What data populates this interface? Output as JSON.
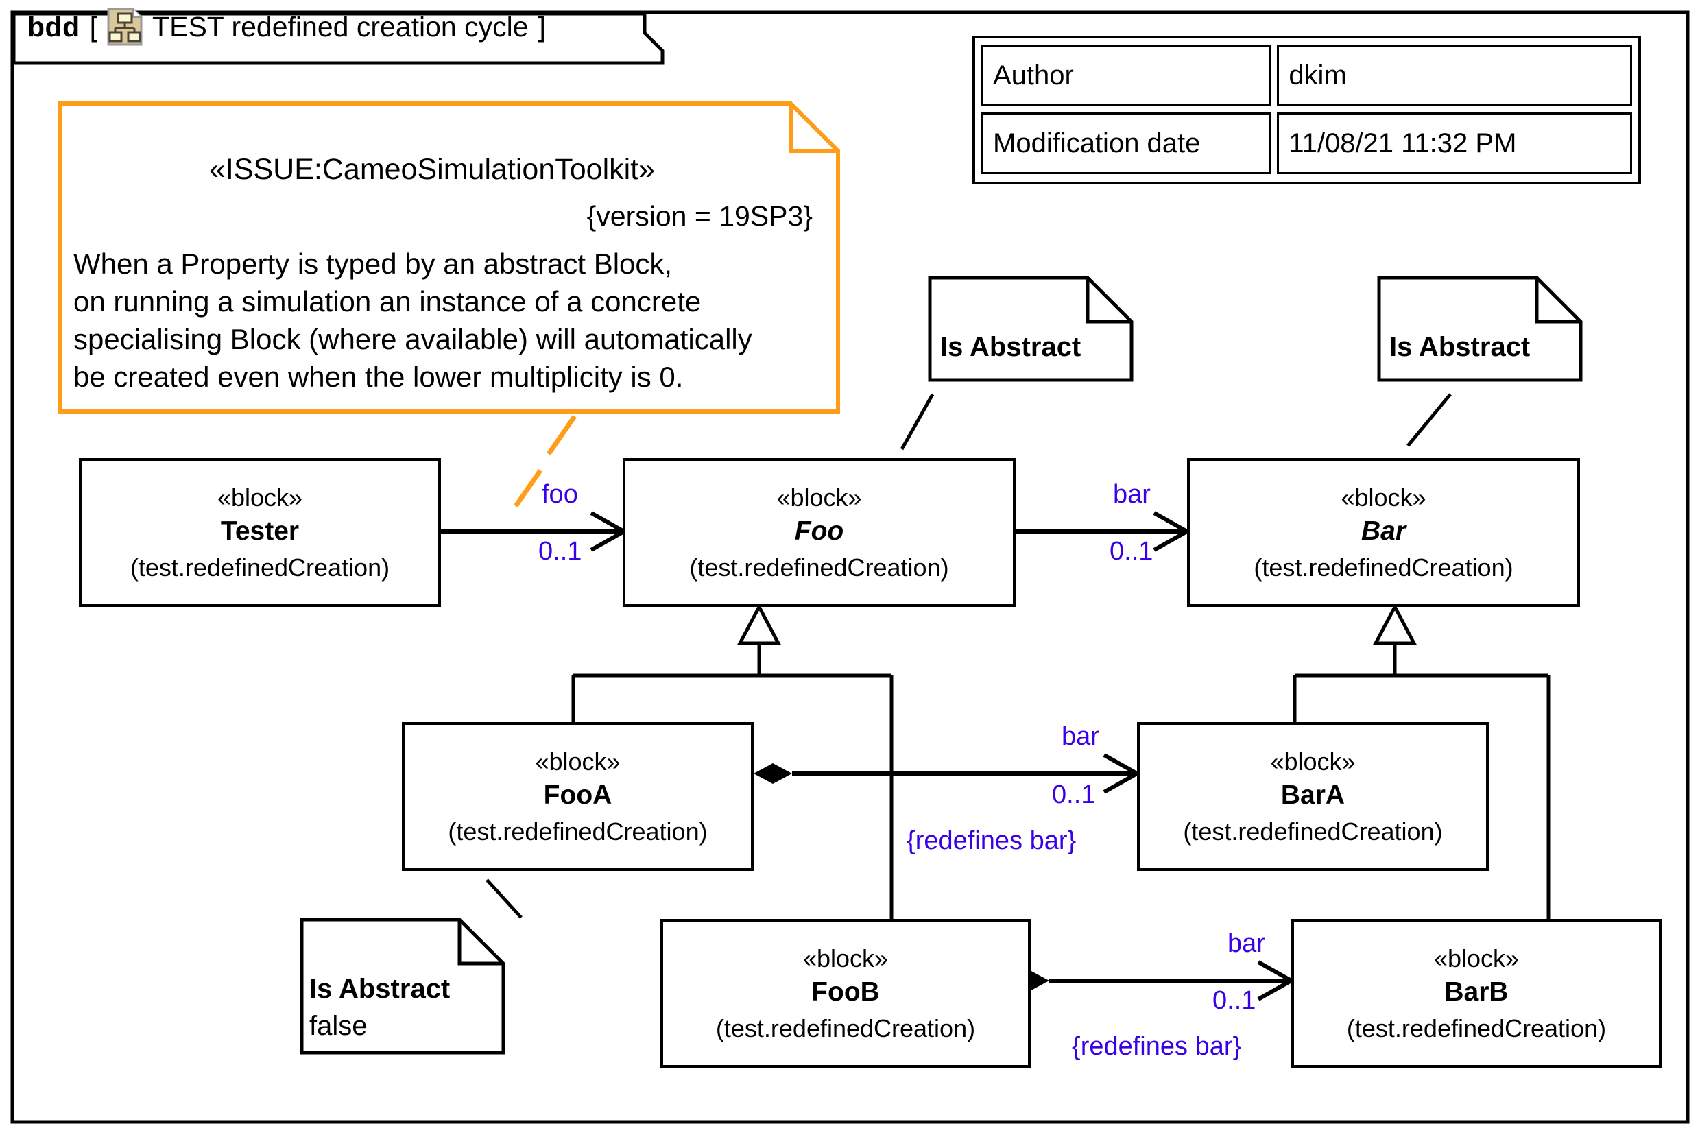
{
  "diagram": {
    "kind": "bdd",
    "bracket_open": "[",
    "bracket_close": "]",
    "icon": "block-definition-diagram-icon",
    "title": "TEST redefined creation cycle"
  },
  "info_table": {
    "rows": [
      {
        "label": "Author",
        "value": "dkim"
      },
      {
        "label": "Modification date",
        "value": "11/08/21 11:32 PM"
      }
    ]
  },
  "issue_note": {
    "stereotype": "«ISSUE:CameoSimulationToolkit»",
    "tag": "{version = 19SP3}",
    "lines": [
      "When a Property is typed by an abstract Block,",
      "on running a simulation an instance of a concrete",
      "specialising Block (where available) will automatically",
      "be created even when the lower multiplicity is 0."
    ],
    "border_color": "#FF9D19"
  },
  "notes": [
    {
      "id": "is-abstract-foo",
      "title": "Is Abstract",
      "value": ""
    },
    {
      "id": "is-abstract-bar",
      "title": "Is Abstract",
      "value": ""
    },
    {
      "id": "is-abstract-fooa",
      "title": "Is Abstract",
      "value": "false"
    }
  ],
  "blocks": [
    {
      "id": "tester",
      "stereotype": "«block»",
      "name": "Tester",
      "package": "(test.redefinedCreation)",
      "abstract": false
    },
    {
      "id": "foo",
      "stereotype": "«block»",
      "name": "Foo",
      "package": "(test.redefinedCreation)",
      "abstract": true
    },
    {
      "id": "bar",
      "stereotype": "«block»",
      "name": "Bar",
      "package": "(test.redefinedCreation)",
      "abstract": true
    },
    {
      "id": "fooa",
      "stereotype": "«block»",
      "name": "FooA",
      "package": "(test.redefinedCreation)",
      "abstract": false
    },
    {
      "id": "bara",
      "stereotype": "«block»",
      "name": "BarA",
      "package": "(test.redefinedCreation)",
      "abstract": false
    },
    {
      "id": "foob",
      "stereotype": "«block»",
      "name": "FooB",
      "package": "(test.redefinedCreation)",
      "abstract": false
    },
    {
      "id": "barb",
      "stereotype": "«block»",
      "name": "BarB",
      "package": "(test.redefinedCreation)",
      "abstract": false
    }
  ],
  "associations": [
    {
      "id": "tester-foo",
      "source": "Tester",
      "target": "Foo",
      "role": "foo",
      "multiplicity": "0..1",
      "constraint": ""
    },
    {
      "id": "foo-bar",
      "source": "Foo",
      "target": "Bar",
      "role": "bar",
      "multiplicity": "0..1",
      "constraint": ""
    },
    {
      "id": "fooa-bara",
      "source": "FooA",
      "target": "BarA",
      "role": "bar",
      "multiplicity": "0..1",
      "constraint": "{redefines bar}"
    },
    {
      "id": "foob-barb",
      "source": "FooB",
      "target": "BarB",
      "role": "bar",
      "multiplicity": "0..1",
      "constraint": "{redefines bar}"
    }
  ],
  "generalizations": [
    {
      "child": "FooA",
      "parent": "Foo"
    },
    {
      "child": "FooB",
      "parent": "Foo"
    },
    {
      "child": "BarA",
      "parent": "Bar"
    },
    {
      "child": "BarB",
      "parent": "Bar"
    }
  ],
  "colors": {
    "label_blue": "#3A00E6",
    "note_orange": "#FF9D19",
    "line_black": "#000000",
    "icon_fill": "#D9C89A"
  }
}
